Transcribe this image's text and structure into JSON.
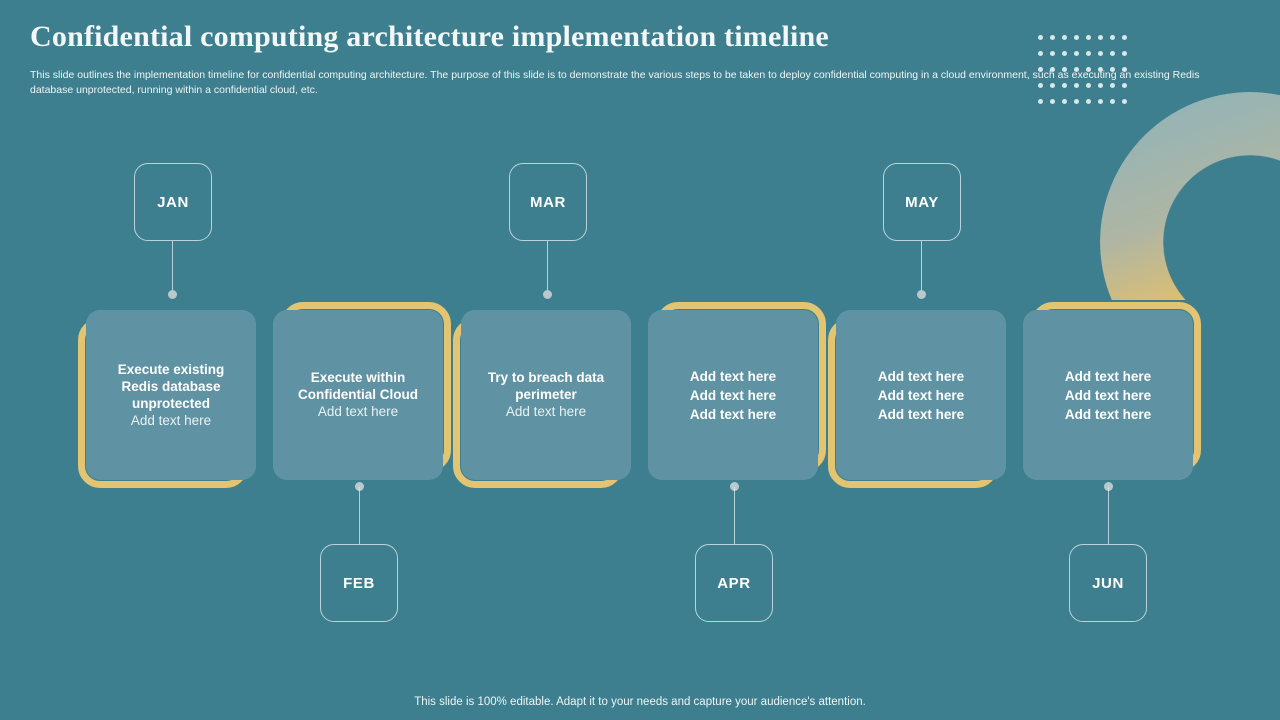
{
  "header": {
    "title": "Confidential computing architecture implementation timeline",
    "subtitle": "This slide outlines the implementation timeline for confidential computing architecture. The purpose of this slide is to demonstrate the various steps to be taken to  deploy confidential computing in a cloud environment, such as executing an existing Redis database unprotected, running within a confidential cloud, etc."
  },
  "colors": {
    "background": "#3d7f8e",
    "card_fill": "#5f93a3",
    "accent_gold": "#e3c473",
    "text_light": "#ffffff",
    "dot": "#b9c9ce"
  },
  "timeline": {
    "months": [
      {
        "label": "JAN",
        "position": "top"
      },
      {
        "label": "FEB",
        "position": "bottom"
      },
      {
        "label": "MAR",
        "position": "top"
      },
      {
        "label": "APR",
        "position": "bottom"
      },
      {
        "label": "MAY",
        "position": "top"
      },
      {
        "label": "JUN",
        "position": "bottom"
      }
    ],
    "cards": [
      {
        "heading": "Execute existing Redis database unprotected",
        "sub": "Add text here",
        "lines": [],
        "highlight": true,
        "offset": "down-left"
      },
      {
        "heading": "Execute within Confidential Cloud",
        "sub": "Add text here",
        "lines": [],
        "highlight": true,
        "offset": "up-right"
      },
      {
        "heading": "Try to breach data perimeter",
        "sub": "Add text here",
        "lines": [],
        "highlight": true,
        "offset": "down-left"
      },
      {
        "heading": "",
        "sub": "",
        "lines": [
          "Add text here",
          "Add text here",
          "Add text here"
        ],
        "highlight": true,
        "offset": "up-right"
      },
      {
        "heading": "",
        "sub": "",
        "lines": [
          "Add text here",
          "Add text here",
          "Add text here"
        ],
        "highlight": true,
        "offset": "down-left"
      },
      {
        "heading": "",
        "sub": "",
        "lines": [
          "Add text here",
          "Add text here",
          "Add text here"
        ],
        "highlight": true,
        "offset": "up-right"
      }
    ]
  },
  "footer": {
    "note": "This slide is 100% editable. Adapt it to your needs and capture your audience's attention."
  }
}
